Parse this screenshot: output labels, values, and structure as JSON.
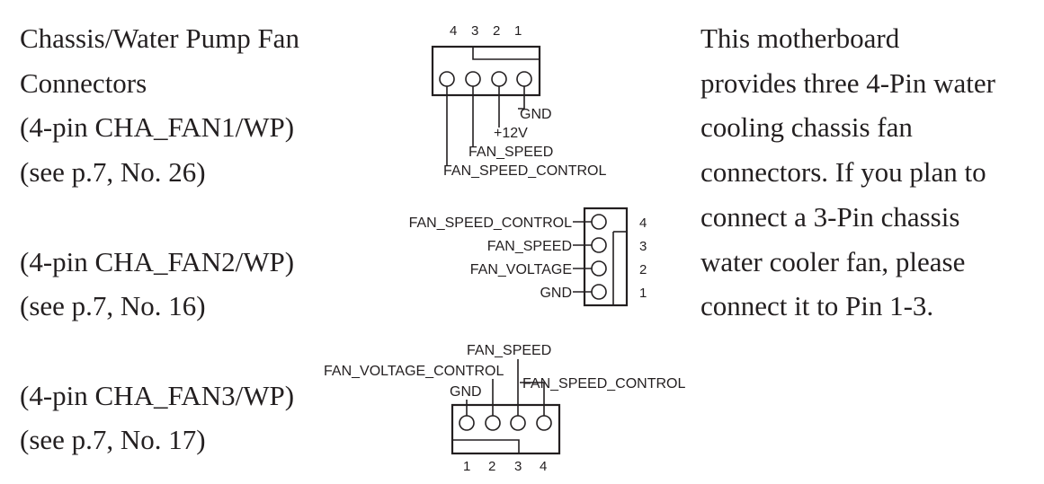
{
  "left_column": {
    "section_title_line1": "Chassis/Water Pump Fan",
    "section_title_line2": "Connectors",
    "fan1_label": "(4-pin CHA_FAN1/WP)",
    "fan1_ref": "(see p.7, No. 26)",
    "fan2_label": "(4-pin CHA_FAN2/WP)",
    "fan2_ref": "(see p.7, No. 16)",
    "fan3_label": "(4-pin CHA_FAN3/WP)",
    "fan3_ref": "(see p.7, No. 17)"
  },
  "description_lines": [
    "This motherboard",
    "provides three 4-Pin water",
    "cooling chassis fan",
    "connectors. If you plan to",
    "connect a 3-Pin chassis",
    "water cooler fan, please",
    "connect it to Pin 1-3."
  ],
  "diagram1": {
    "pin_numbers": [
      "4",
      "3",
      "2",
      "1"
    ],
    "labels": {
      "gnd": "GND",
      "v12": "+12V",
      "speed": "FAN_SPEED",
      "control": "FAN_SPEED_CONTROL"
    }
  },
  "diagram2": {
    "labels": [
      "FAN_SPEED_CONTROL",
      "FAN_SPEED",
      "FAN_VOLTAGE",
      "GND"
    ],
    "pin_numbers": [
      "4",
      "3",
      "2",
      "1"
    ]
  },
  "diagram3": {
    "labels": {
      "speed": "FAN_SPEED",
      "voltage_control": "FAN_VOLTAGE_CONTROL",
      "gnd": "GND",
      "control": "FAN_SPEED_CONTROL"
    },
    "pin_numbers": [
      "1",
      "2",
      "3",
      "4"
    ]
  }
}
